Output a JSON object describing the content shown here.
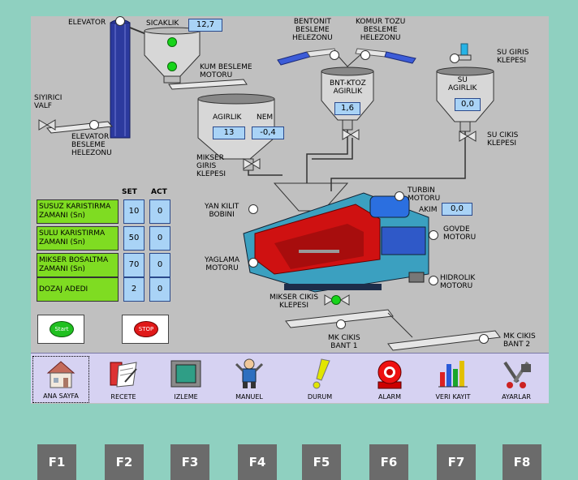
{
  "labels": {
    "elevator": "ELEVATOR",
    "sicaklik": "SICAKLIK",
    "kum_besleme": "KUM BESLEME\nMOTORU",
    "bentonit": "BENTONIT\nBESLEME\nHELEZONU",
    "komur": "KOMUR TOZU\nBESLEME\nHELEZONU",
    "su_giris": "SU GIRIS\nKLEPESI",
    "siyirici": "SIYIRICI\nVALF",
    "elevator_besleme": "ELEVATOR\nBESLEME\nHELEZONU",
    "agirlik": "AGIRLIK",
    "nem": "NEM",
    "bnt_ktoz": "BNT-KTOZ\nAGIRLIK",
    "su_agirlik": "SU\nAGIRLIK",
    "su_cikis": "SU CIKIS\nKLEPESI",
    "mikser_giris": "MIKSER\nGIRIS\nKLEPESI",
    "turbin": "TURBIN\nMOTORU",
    "akim": "AKIM",
    "yan_kilit": "YAN KILIT\nBOBINI",
    "govde": "GOVDE\nMOTORU",
    "yaglama": "YAGLAMA\nMOTORU",
    "hidrolik": "HIDROLIK\nMOTORU",
    "mikser_cikis": "MIKSER CIKIS\nKLEPESI",
    "mk_cikis1": "MK CIKIS\nBANT 1",
    "mk_cikis2": "MK CIKIS\nBANT 2"
  },
  "values": {
    "sicaklik": "12,7",
    "agirlik": "13",
    "nem": "-0,4",
    "bnt_ktoz": "1,6",
    "su_agirlik": "0,0",
    "akim": "0,0"
  },
  "table": {
    "set_header": "SET",
    "act_header": "ACT",
    "rows": [
      {
        "label": "SUSUZ KARISTIRMA\nZAMANI (Sn)",
        "set": "10",
        "act": "0"
      },
      {
        "label": "SULU KARISTIRMA\nZAMANI (Sn)",
        "set": "50",
        "act": "0"
      },
      {
        "label": "MIKSER BOSALTMA\nZAMANI (Sn)",
        "set": "70",
        "act": "0"
      },
      {
        "label": "DOZAJ ADEDI",
        "set": "2",
        "act": "0"
      }
    ]
  },
  "buttons": {
    "start": "Start",
    "stop": "STOP"
  },
  "menu": [
    {
      "label": "ANA SAYFA",
      "icon": "home-icon"
    },
    {
      "label": "RECETE",
      "icon": "recipe-icon"
    },
    {
      "label": "IZLEME",
      "icon": "monitor-icon"
    },
    {
      "label": "MANUEL",
      "icon": "manual-icon"
    },
    {
      "label": "DURUM",
      "icon": "status-icon"
    },
    {
      "label": "ALARM",
      "icon": "alarm-icon"
    },
    {
      "label": "VERI KAYIT",
      "icon": "data-log-icon"
    },
    {
      "label": "AYARLAR",
      "icon": "settings-icon"
    }
  ],
  "fkeys": [
    "F1",
    "F2",
    "F3",
    "F4",
    "F5",
    "F6",
    "F7",
    "F8"
  ]
}
